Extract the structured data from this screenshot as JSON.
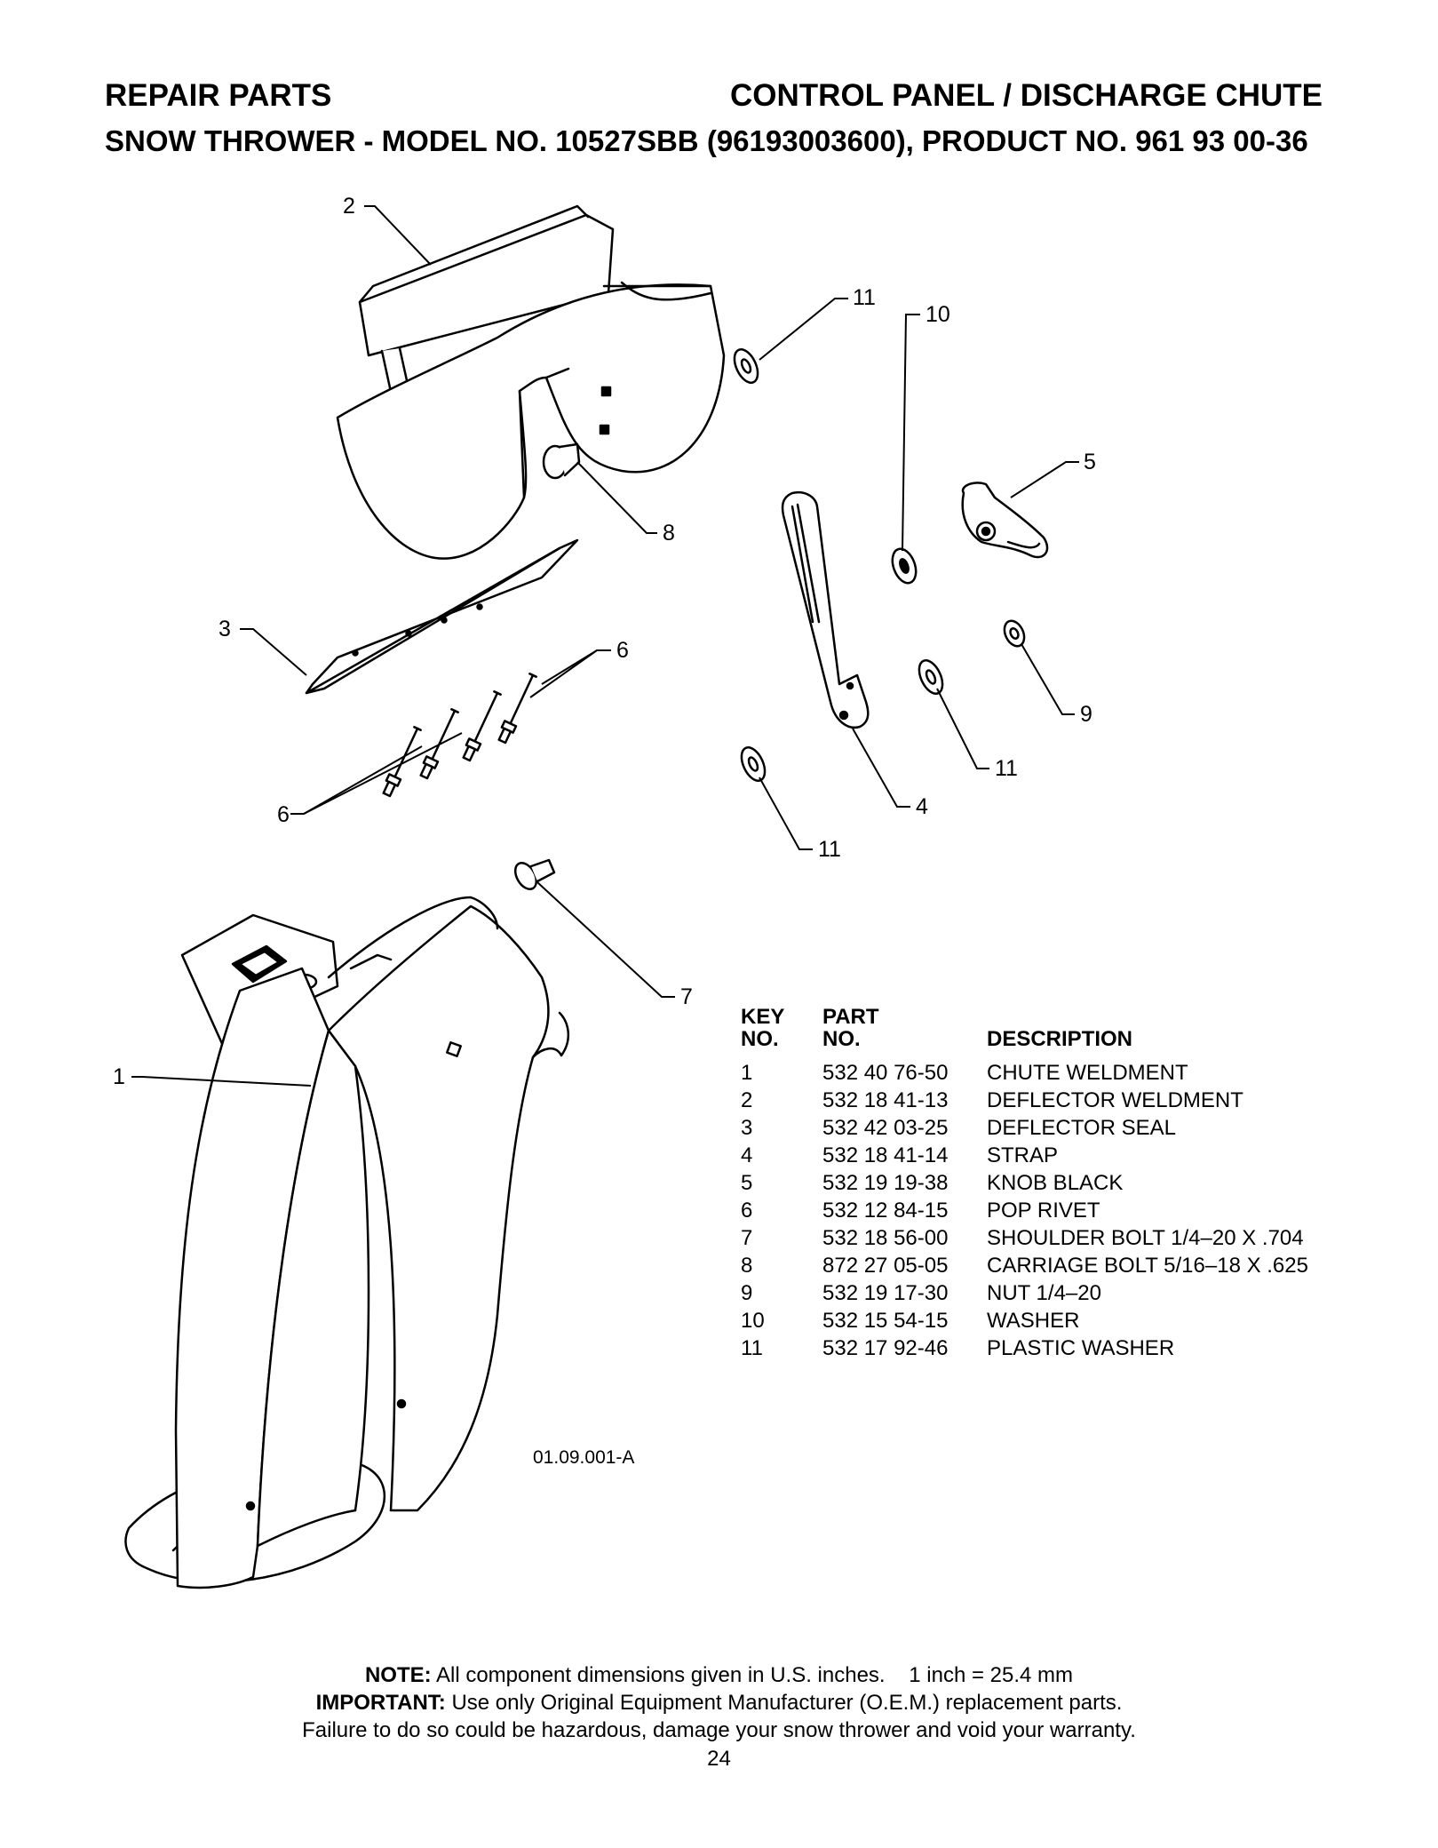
{
  "header": {
    "left_title": "REPAIR PARTS",
    "right_title": "CONTROL PANEL / DISCHARGE CHUTE",
    "subtitle_prefix": "SNOW THROWER - MODEL NO. ",
    "model_no": "10527SBB",
    "subtitle_suffix": " (96193003600), PRODUCT NO. 961 93 00-36"
  },
  "diagram": {
    "drawing_code": "01.09.001-A",
    "callouts": [
      "2",
      "11",
      "10",
      "5",
      "8",
      "3",
      "6",
      "6",
      "9",
      "11",
      "4",
      "11",
      "7",
      "1"
    ]
  },
  "parts_table": {
    "headers": {
      "key_line1": "KEY",
      "key_line2": "NO.",
      "part_line1": "PART",
      "part_line2": "NO.",
      "description": "DESCRIPTION"
    },
    "rows": [
      {
        "key": "1",
        "part": "532 40 76-50",
        "description": "CHUTE WELDMENT"
      },
      {
        "key": "2",
        "part": "532 18 41-13",
        "description": "DEFLECTOR WELDMENT"
      },
      {
        "key": "3",
        "part": "532 42 03-25",
        "description": "DEFLECTOR SEAL"
      },
      {
        "key": "4",
        "part": "532 18 41-14",
        "description": "STRAP"
      },
      {
        "key": "5",
        "part": "532 19 19-38",
        "description": "KNOB BLACK"
      },
      {
        "key": "6",
        "part": "532 12 84-15",
        "description": "POP RIVET"
      },
      {
        "key": "7",
        "part": "532 18 56-00",
        "description": "SHOULDER BOLT 1/4–20 X .704"
      },
      {
        "key": "8",
        "part": "872 27 05-05",
        "description": "CARRIAGE BOLT 5/16–18 X .625"
      },
      {
        "key": "9",
        "part": "532 19 17-30",
        "description": "NUT 1/4–20"
      },
      {
        "key": "10",
        "part": "532 15 54-15",
        "description": "WASHER"
      },
      {
        "key": "11",
        "part": "532 17 92-46",
        "description": "PLASTIC WASHER"
      }
    ]
  },
  "footer": {
    "note_label": "NOTE:",
    "note_text": " All component dimensions given in U.S. inches.    1 inch = 25.4 mm",
    "important_label": "IMPORTANT:",
    "important_text": " Use only Original Equipment Manufacturer (O.E.M.) replacement parts.",
    "warning_text": "Failure to do so could be hazardous, damage your snow thrower and void your warranty.",
    "page_number": "24"
  }
}
